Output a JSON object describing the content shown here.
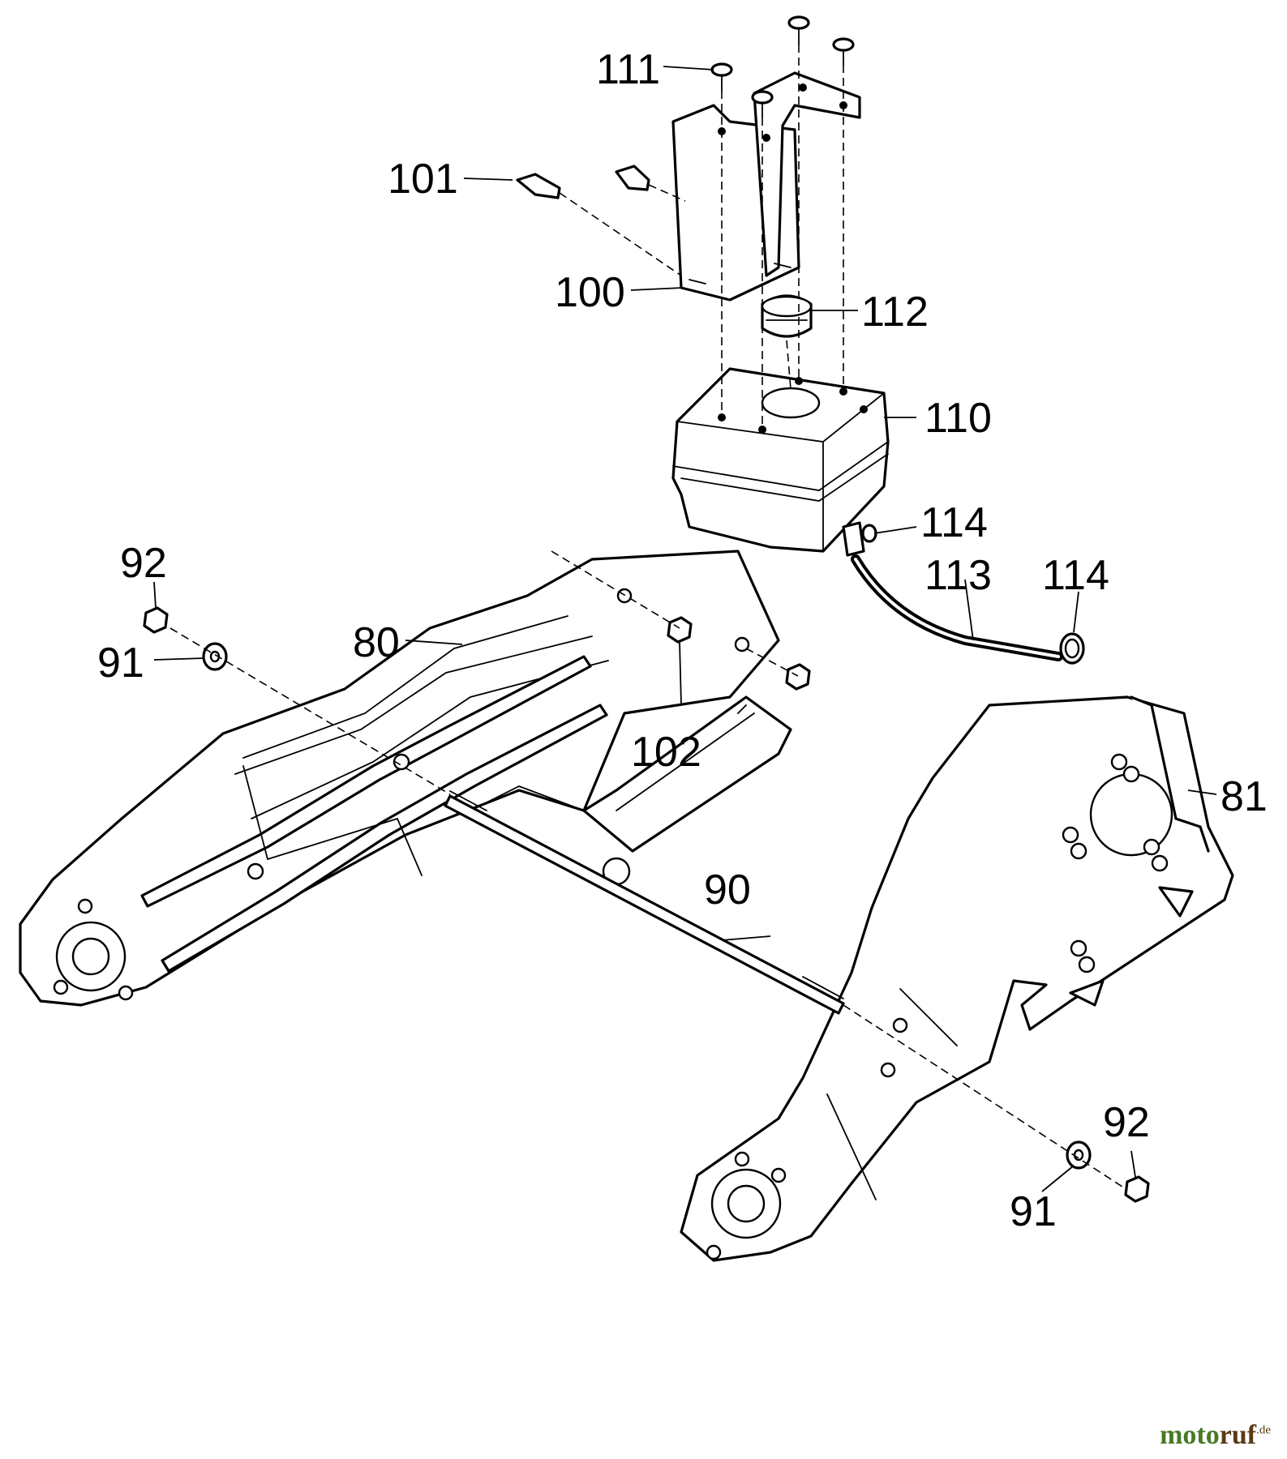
{
  "labels": {
    "l111": "111",
    "l101": "101",
    "l100": "100",
    "l112": "112",
    "l110": "110",
    "l114a": "114",
    "l113": "113",
    "l114b": "114",
    "l92a": "92",
    "l91a": "91",
    "l80": "80",
    "l102": "102",
    "l81": "81",
    "l90": "90",
    "l92b": "92",
    "l91b": "91"
  },
  "watermark": {
    "part1": "moto",
    "part2": "ruf",
    "part3": ".de"
  },
  "colors": {
    "ink": "#000000",
    "background": "#ffffff",
    "watermark_green": "#4a7a24",
    "watermark_brown": "#5a3a14"
  }
}
